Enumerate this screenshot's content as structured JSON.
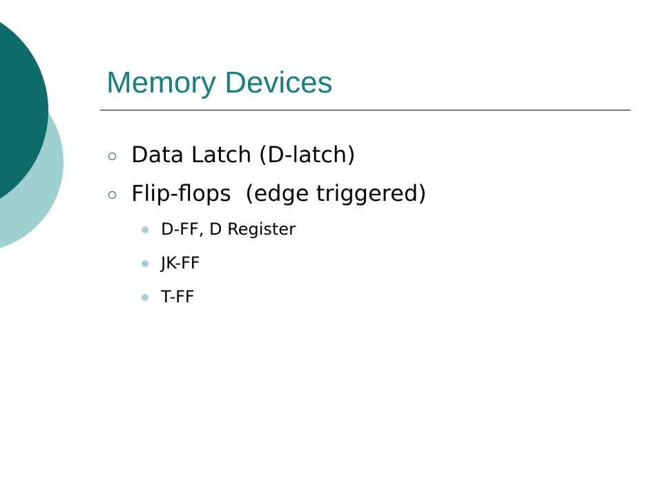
{
  "slide": {
    "title": "Memory Devices",
    "items": [
      {
        "level": 1,
        "text": "Data Latch (D-latch)"
      },
      {
        "level": 1,
        "text": "Flip-flops  (edge triggered)"
      },
      {
        "level": 2,
        "text": "D-FF, D Register"
      },
      {
        "level": 2,
        "text": "JK-FF"
      },
      {
        "level": 2,
        "text": "T-FF"
      }
    ]
  },
  "theme": {
    "accent_dark": "#0f6b69",
    "accent_light": "#9ed0cf",
    "title_color": "#17807d",
    "sub_bullet_color": "#a9cfd0",
    "level1_bullet_icon": "hollow-circle-icon",
    "level2_bullet_icon": "filled-circle-icon"
  }
}
